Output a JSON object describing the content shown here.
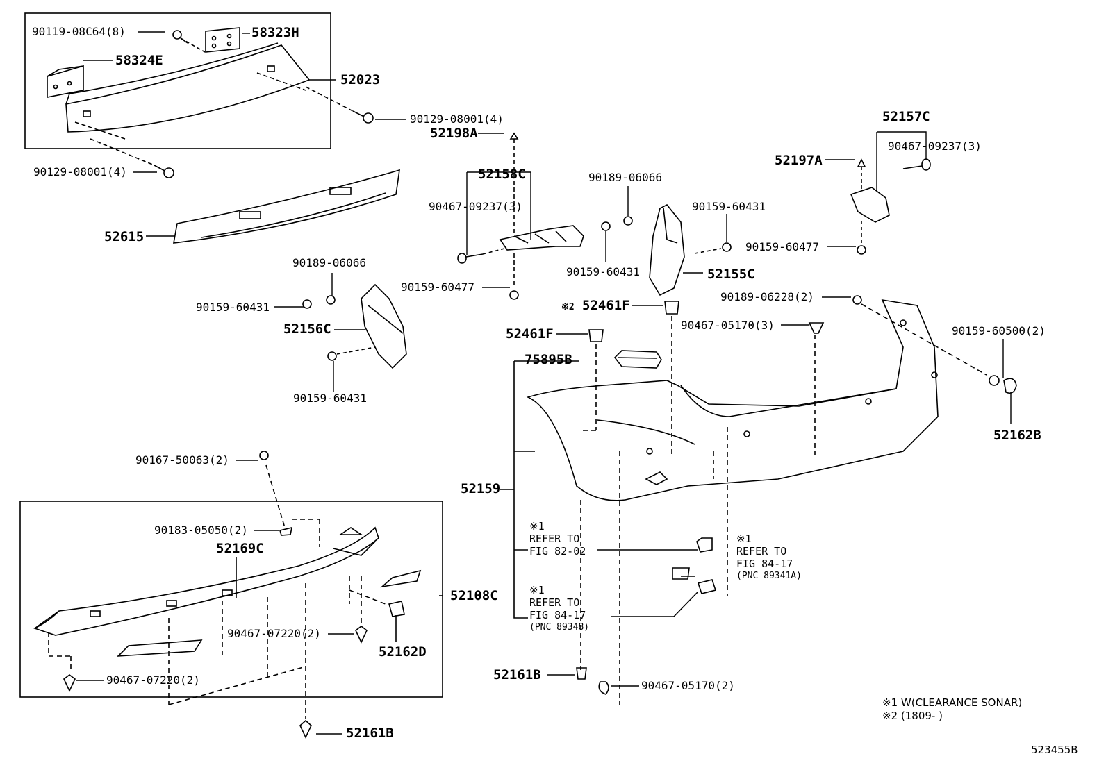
{
  "diagram_id": "523455B",
  "parts": {
    "p90119_08c64": "90119-08C64(8)",
    "p58323h": "58323H",
    "p58324e": "58324E",
    "p52023": "52023",
    "p90129_08001_a": "90129-08001(4)",
    "p90129_08001_b": "90129-08001(4)",
    "p52198a": "52198A",
    "p52615": "52615",
    "p52158c": "52158C",
    "p90467_09237_a": "90467-09237(3)",
    "p90159_60477_a": "90159-60477",
    "p90189_06066_a": "90189-06066",
    "p90159_60431_a": "90159-60431",
    "p52156c": "52156C",
    "p90159_60431_b": "90159-60431",
    "p90189_06066_b": "90189-06066",
    "p90159_60431_c": "90159-60431",
    "p90159_60431_d": "90159-60431",
    "p52155c": "52155C",
    "p52157c": "52157C",
    "p52197a": "52197A",
    "p90467_09237_b": "90467-09237(3)",
    "p90159_60477_b": "90159-60477",
    "p52461f_a": "52461F",
    "p52461f_b": "52461F",
    "p90189_06228": "90189-06228(2)",
    "p90467_05170_a": "90467-05170(3)",
    "p90159_60500": "90159-60500(2)",
    "p75895b": "75895B",
    "p52162b": "52162B",
    "p52159": "52159",
    "p90167_50063": "90167-50063(2)",
    "p90183_05050": "90183-05050(2)",
    "p52169c": "52169C",
    "p52108c": "52108C",
    "p90467_07220_a": "90467-07220(2)",
    "p52162d": "52162D",
    "p90467_07220_b": "90467-07220(2)",
    "p52161b_a": "52161B",
    "p52161b_b": "52161B",
    "p90467_05170_b": "90467-05170(2)"
  },
  "references": {
    "r1_mark": "※1",
    "r1_line1": "REFER TO",
    "r1_line2": "FIG 82-02",
    "r2_mark": "※1",
    "r2_line1": "REFER TO",
    "r2_line2": "FIG 84-17",
    "r2_pnc": "(PNC 89348)",
    "r3_mark": "※1",
    "r3_line1": "REFER TO",
    "r3_line2": "FIG 84-17",
    "r3_pnc": "(PNC 89341A)",
    "mark_2": "※2"
  },
  "footnotes": {
    "note1": "※1 W(CLEARANCE SONAR)",
    "note2": "※2 (1809-        )"
  }
}
